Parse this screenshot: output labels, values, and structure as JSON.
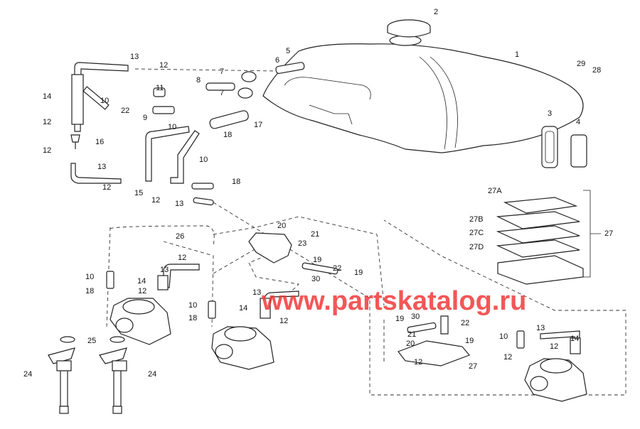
{
  "diagram": {
    "watermark": "www.partskatalog.ru",
    "watermark_color": "#f03a3a",
    "callouts": [
      "2",
      "1",
      "5",
      "6",
      "29",
      "28",
      "13",
      "12",
      "7",
      "8",
      "7",
      "14",
      "11",
      "10",
      "22",
      "9",
      "3",
      "4",
      "10",
      "17",
      "18",
      "12",
      "16",
      "12",
      "10",
      "13",
      "18",
      "12",
      "15",
      "12",
      "13",
      "27A",
      "27B",
      "27C",
      "27",
      "27D",
      "20",
      "26",
      "21",
      "23",
      "12",
      "19",
      "13",
      "22",
      "19",
      "30",
      "10",
      "14",
      "18",
      "12",
      "13",
      "10",
      "14",
      "12",
      "18",
      "30",
      "19",
      "22",
      "21",
      "20",
      "19",
      "13",
      "10",
      "14",
      "12",
      "12",
      "12",
      "27",
      "25",
      "24",
      "24"
    ]
  }
}
